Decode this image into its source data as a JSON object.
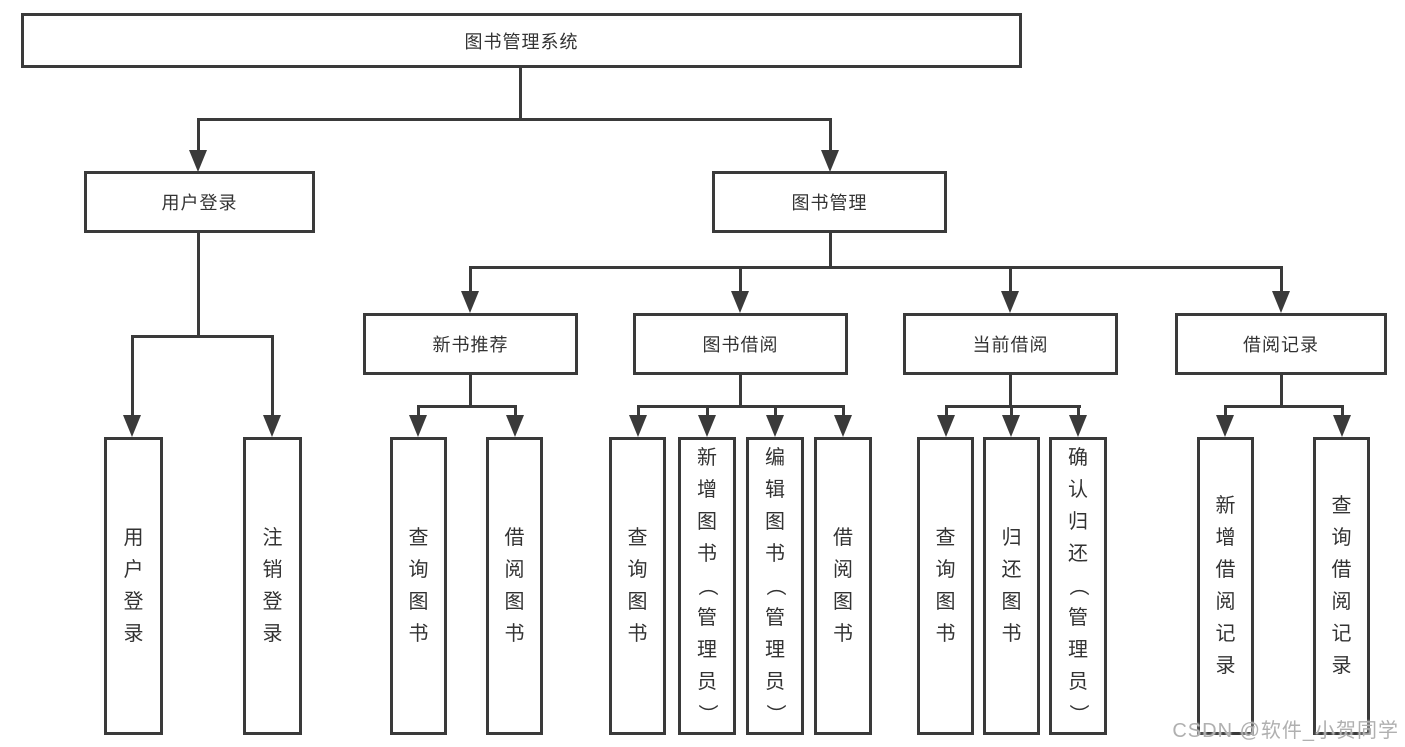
{
  "diagram_title": "图书管理系统",
  "tree": {
    "root": {
      "label": "图书管理系统"
    },
    "branches": [
      {
        "label": "用户登录",
        "children": [
          {
            "label": "用户登录"
          },
          {
            "label": "注销登录"
          }
        ]
      },
      {
        "label": "图书管理",
        "children": [
          {
            "label": "新书推荐",
            "children": [
              {
                "label": "查询图书"
              },
              {
                "label": "借阅图书"
              }
            ]
          },
          {
            "label": "图书借阅",
            "children": [
              {
                "label": "查询图书"
              },
              {
                "label": "新增图书（管理员）"
              },
              {
                "label": "编辑图书（管理员）"
              },
              {
                "label": "借阅图书"
              }
            ]
          },
          {
            "label": "当前借阅",
            "children": [
              {
                "label": "查询图书"
              },
              {
                "label": "归还图书"
              },
              {
                "label": "确认归还（管理员）"
              }
            ]
          },
          {
            "label": "借阅记录",
            "children": [
              {
                "label": "新增借阅记录"
              },
              {
                "label": "查询借阅记录"
              }
            ]
          }
        ]
      }
    ]
  },
  "watermark": {
    "text": "CSDN @软件_小贺同学",
    "color": "#b0b0b0"
  },
  "colors": {
    "line": "#3a3a3a",
    "box_border": "#3a3a3a",
    "text": "#333333",
    "background": "#ffffff"
  }
}
